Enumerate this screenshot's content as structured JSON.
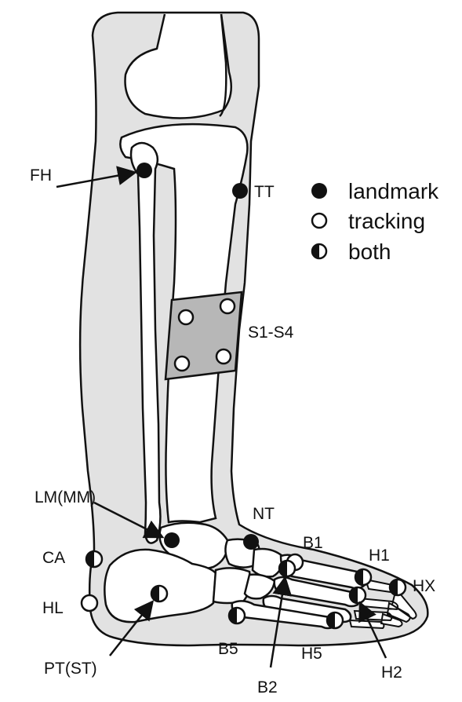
{
  "diagram": {
    "colors": {
      "skin": "#e2e2e2",
      "bone": "#ffffff",
      "plate": "#b7b7b7",
      "outline": "#111111"
    },
    "legend": {
      "landmark": "landmark",
      "tracking": "tracking",
      "both": "both"
    },
    "labels": {
      "FH": "FH",
      "TT": "TT",
      "S1S4": "S1-S4",
      "LMMM": "LM(MM)",
      "NT": "NT",
      "B1": "B1",
      "CA": "CA",
      "H1": "H1",
      "HX": "HX",
      "HL": "HL",
      "PTST": "PT(ST)",
      "B5": "B5",
      "H5": "H5",
      "H2": "H2",
      "B2": "B2"
    }
  }
}
